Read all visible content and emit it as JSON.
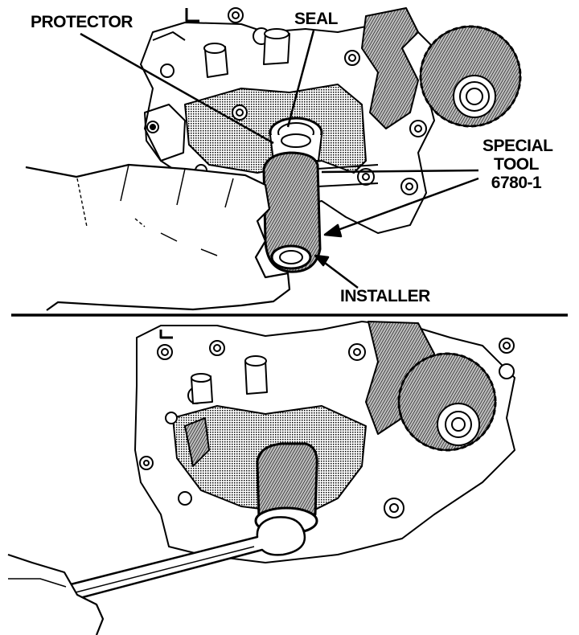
{
  "figure": {
    "callouts": {
      "protector": "PROTECTOR",
      "seal": "SEAL",
      "special_tool": [
        "SPECIAL",
        "TOOL",
        "6780-1"
      ],
      "installer": "INSTALLER"
    },
    "colors": {
      "ink": "#000000",
      "paper": "#ffffff",
      "shading": "#9a9a9a"
    }
  }
}
